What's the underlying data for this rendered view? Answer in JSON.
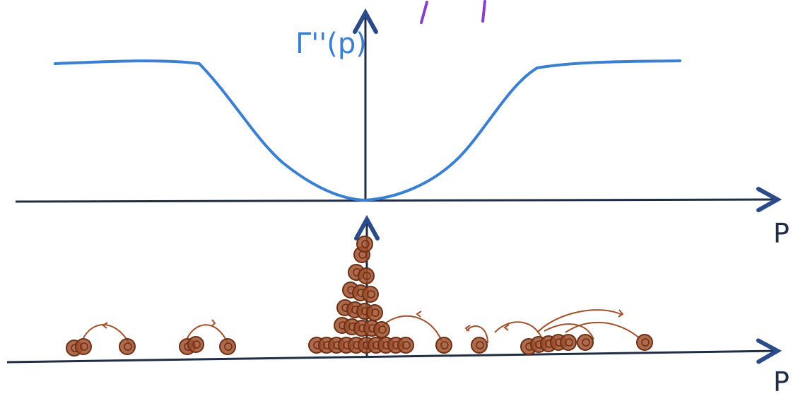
{
  "top_panel": {
    "y_label": "Γ''(p)",
    "x_label": "P",
    "curve_color": "#3a7fd0",
    "axis_color": "#1f2e45"
  },
  "bottom_panel": {
    "x_label": "P",
    "particle_color": "#a0502b",
    "particle_dark": "#6b2e16",
    "axis_color": "#1f2e45"
  }
}
